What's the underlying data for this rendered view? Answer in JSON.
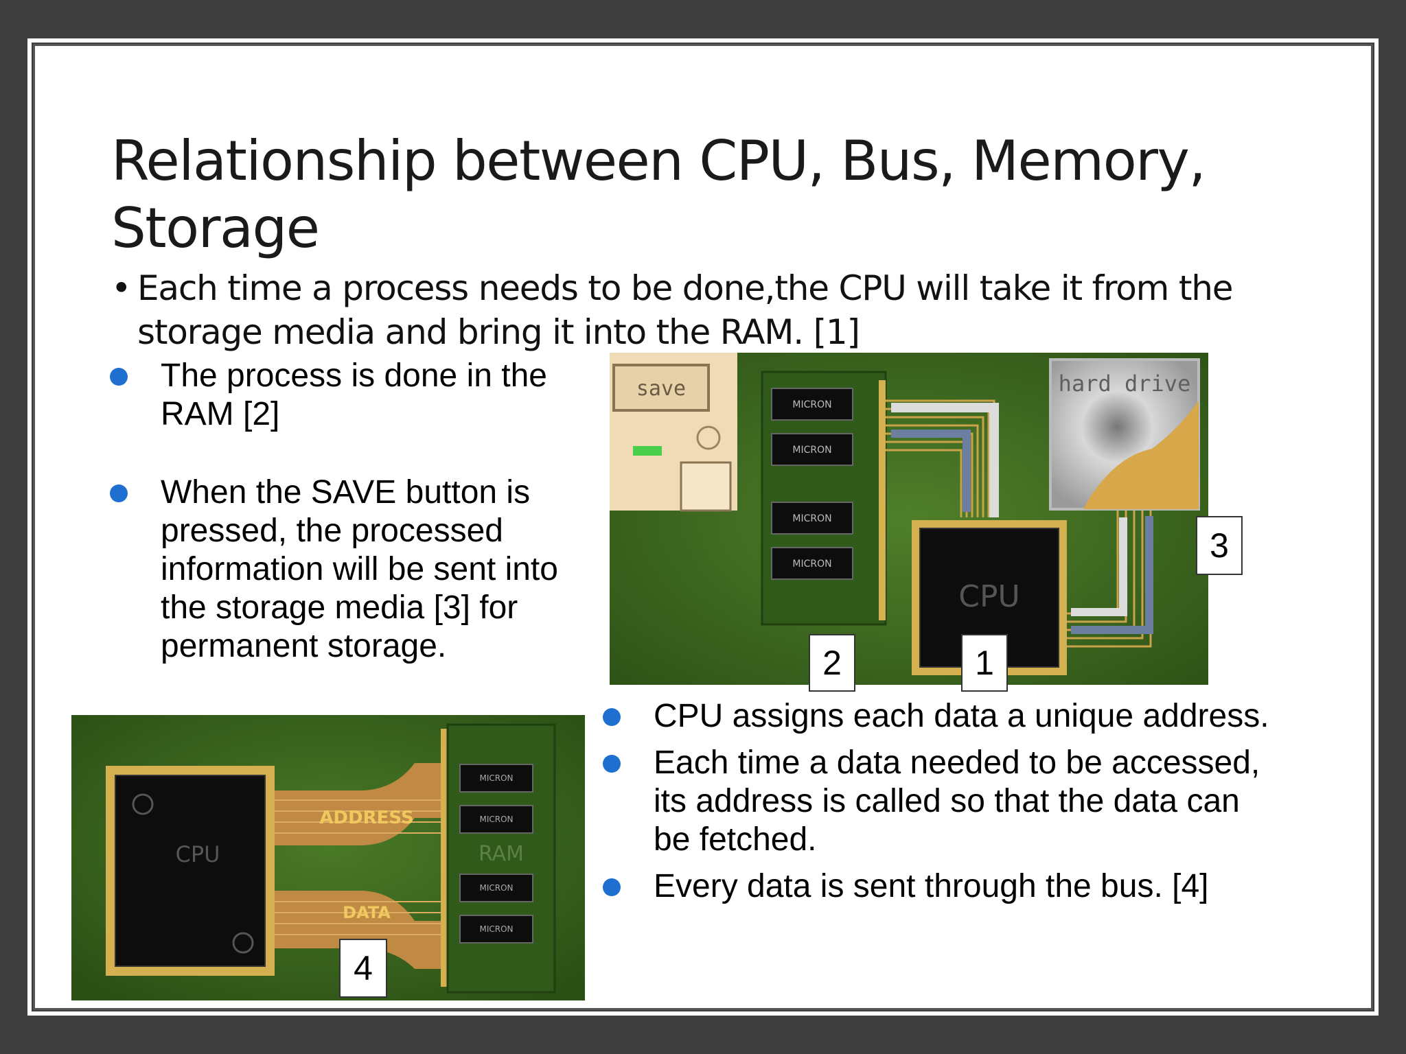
{
  "slide": {
    "title_line1": "Relationship between CPU, Bus, Memory,",
    "title_line2": "Storage",
    "main_bullet": {
      "marker": "•",
      "text_line1": "Each time a process needs to be done,the CPU will take it from the",
      "text_line2": "storage media and bring it into the RAM. [1]"
    },
    "left_bullets": [
      {
        "lines": [
          "The process is done in the",
          "RAM [2]"
        ]
      },
      {
        "lines": [
          "When the SAVE button is",
          "pressed, the processed",
          "information will be sent into",
          "the storage media [3] for",
          "permanent storage."
        ]
      }
    ],
    "right_bullets": [
      {
        "lines": [
          "CPU assigns each data a unique address."
        ]
      },
      {
        "lines": [
          "Each time a data needed to be accessed,",
          "its address is called so that the data can",
          "be fetched."
        ]
      },
      {
        "lines": [
          "Every data is sent through the bus. [4]"
        ]
      }
    ]
  },
  "figure_top": {
    "save_label": "save",
    "hard_drive_label": "hard drive",
    "cpu_label": "CPU",
    "chip_label": "MICRON",
    "callouts": [
      "1",
      "2",
      "3"
    ]
  },
  "figure_bottom": {
    "cpu_label": "CPU",
    "address_label": "ADDRESS",
    "data_label": "DATA",
    "ram_label": "RAM",
    "chip_label": "MICRON",
    "callout": "4"
  },
  "colors": {
    "bullet": "#1f6fd1",
    "board_green": "#3d6b1f",
    "trace_gold": "#c9a24a",
    "chip_black": "#0d0d0d"
  }
}
